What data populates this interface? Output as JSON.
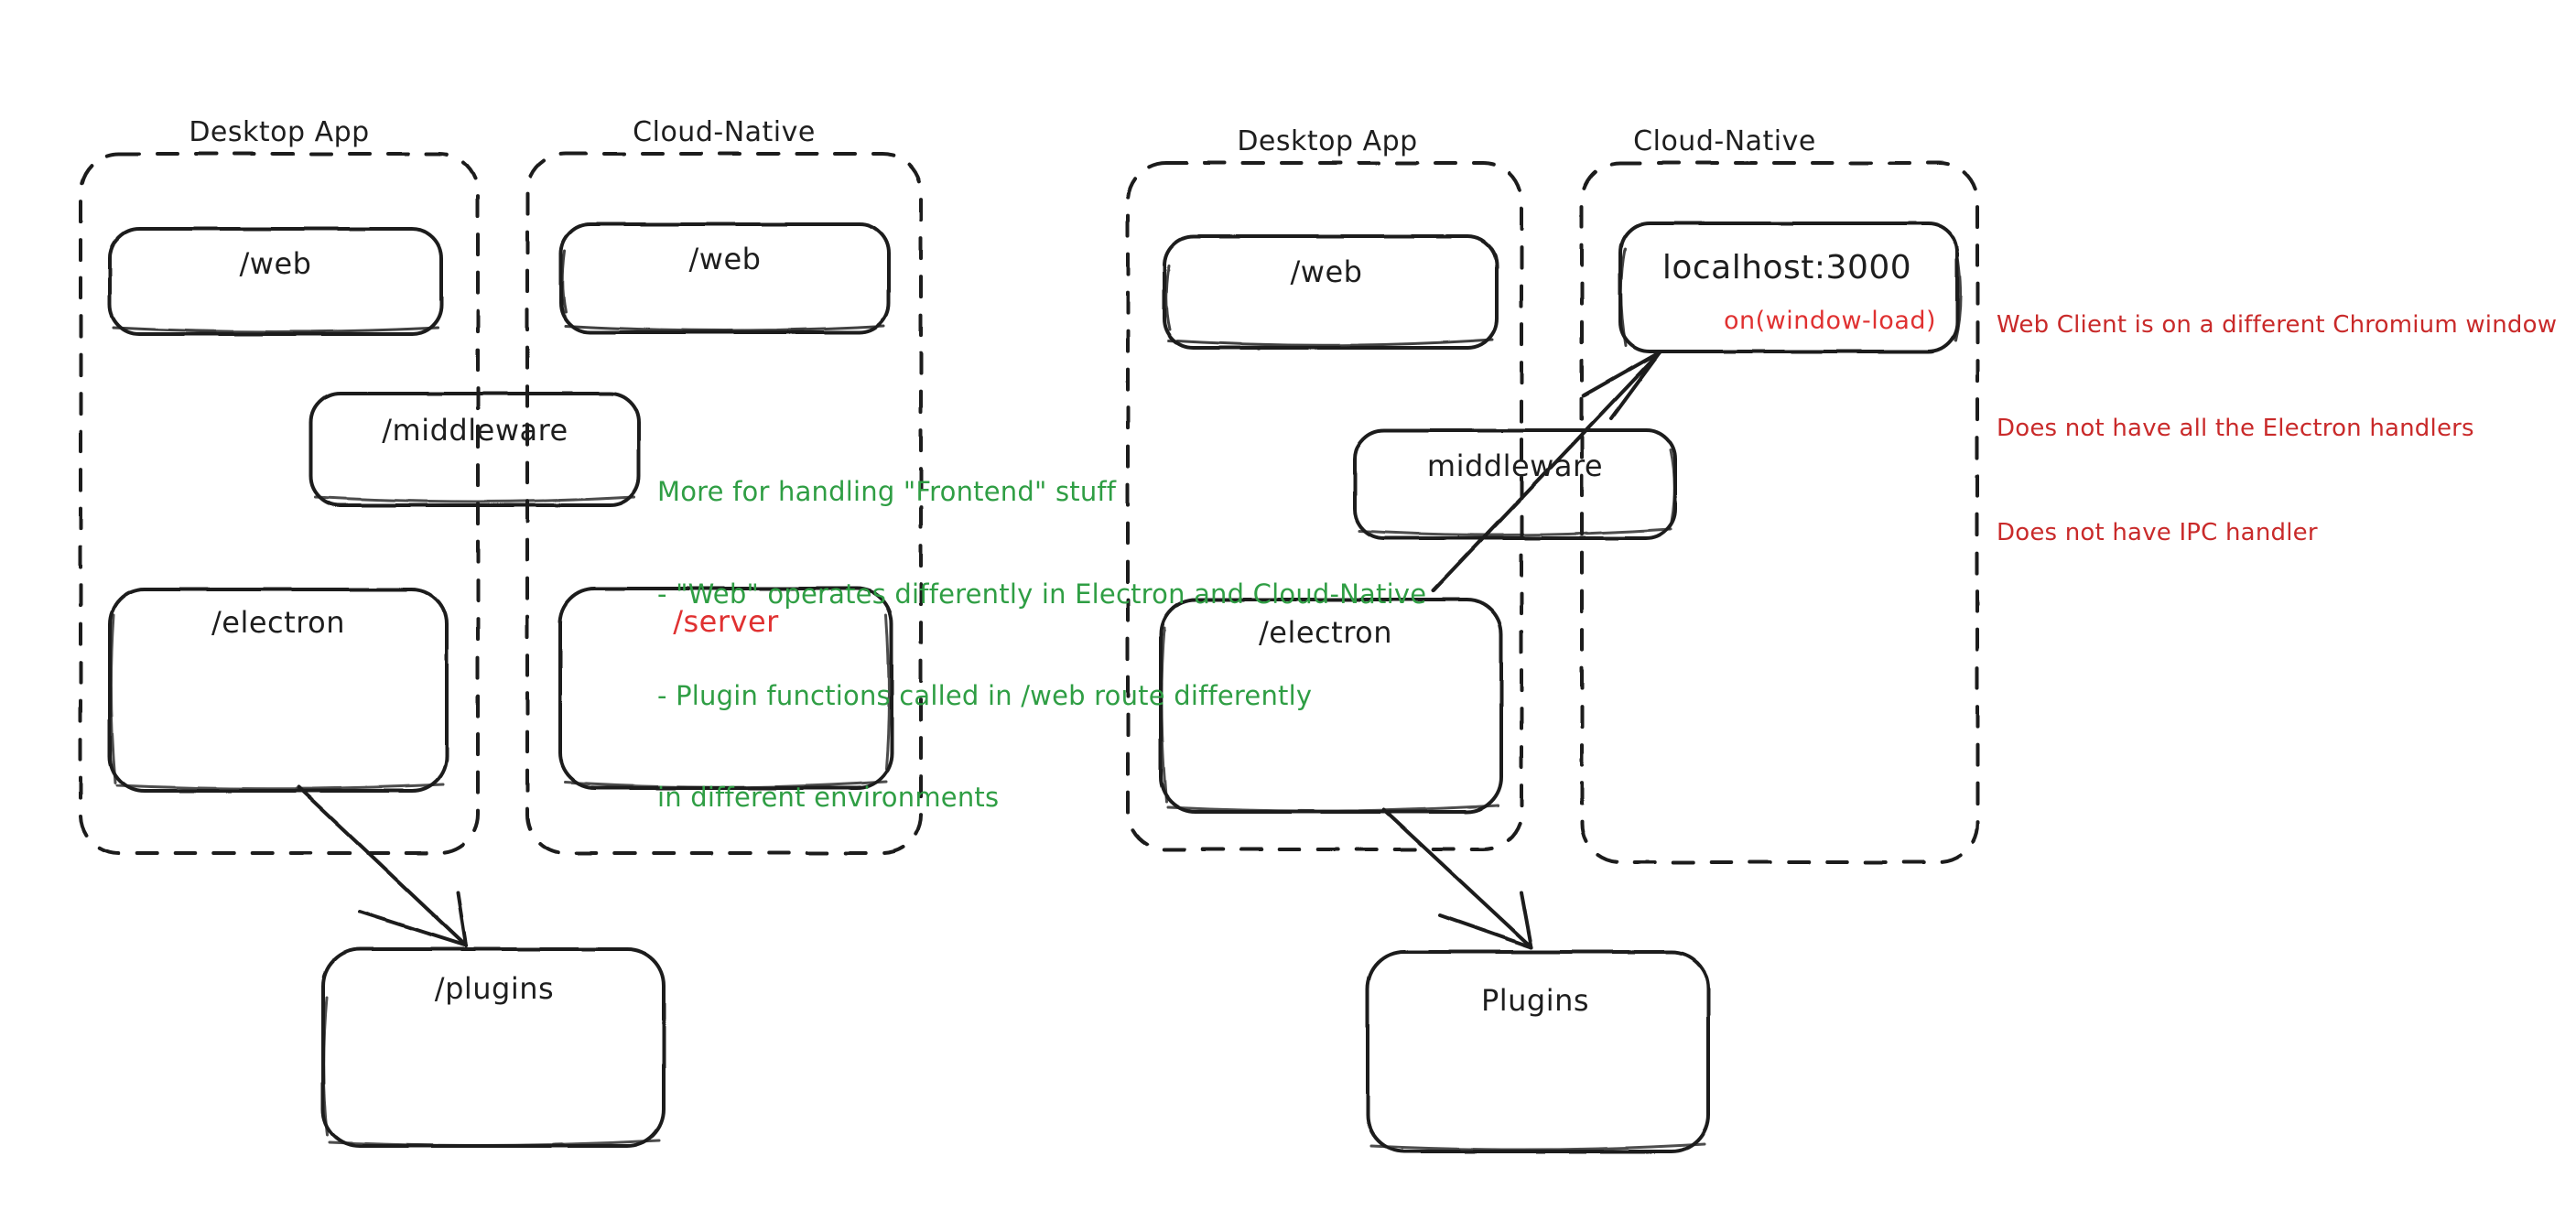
{
  "diagram": {
    "title_hidden": "",
    "style": "hand-drawn excalidraw sketch",
    "colors": {
      "stroke": "#1e1e1e",
      "green_note": "#2f9e44",
      "red_note": "#c92a2a",
      "red_label": "#e03131",
      "background": "#ffffff"
    }
  },
  "left_diagram": {
    "groups": [
      {
        "label": "Desktop App",
        "boxes": [
          {
            "label": "/web",
            "color": "black"
          },
          {
            "label": "/electron",
            "color": "black"
          }
        ]
      },
      {
        "label": "Cloud-Native",
        "boxes": [
          {
            "label": "/web",
            "color": "black"
          },
          {
            "label": "/server",
            "color": "red"
          }
        ]
      }
    ],
    "shared_box": {
      "label": "/middleware",
      "color": "black"
    },
    "bottom_box": {
      "label": "/plugins",
      "color": "black"
    },
    "note_green": {
      "lines": [
        "More for handling \"Frontend\" stuff",
        "- \"Web\" operates differently in Electron and Cloud-Native",
        "- Plugin functions called in /web route differently",
        "in different environments"
      ]
    }
  },
  "right_diagram": {
    "groups": [
      {
        "label": "Desktop App",
        "boxes": [
          {
            "label": "/web",
            "color": "black"
          },
          {
            "label": "/electron",
            "color": "black"
          }
        ]
      },
      {
        "label": "Cloud-Native",
        "boxes": [
          {
            "label": "localhost:3000",
            "color": "black",
            "sublabel": "on(window-load)",
            "sublabel_color": "red"
          }
        ]
      }
    ],
    "shared_box": {
      "label": "middleware",
      "color": "black"
    },
    "bottom_box": {
      "label": "Plugins",
      "color": "black"
    },
    "note_red": {
      "lines": [
        "Web Client is on a different Chromium window",
        "Does not have all the Electron handlers",
        "Does not have IPC handler"
      ]
    }
  }
}
